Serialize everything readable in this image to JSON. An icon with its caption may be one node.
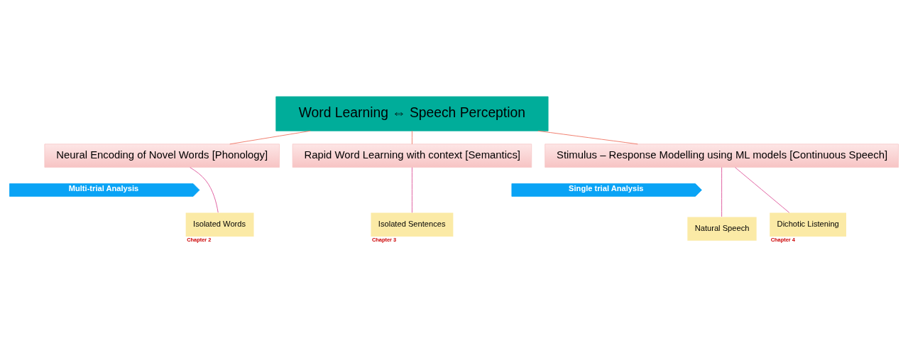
{
  "diagram": {
    "nodes": [
      {
        "text": [
          "Word Learning ⇔ Speech Perception"
        ]
      },
      {
        "text": [
          "Neural Encoding of Novel Words [Phonology]"
        ]
      },
      {
        "text": [
          "Rapid Word Learning with context [Semantics]"
        ]
      },
      {
        "text": [
          "Stimulus – Response Modelling using ML models [Continuous Speech]"
        ]
      },
      {
        "text": [
          "Multi-trial Analysis"
        ]
      },
      {
        "text": [
          "Single trial Analysis"
        ]
      },
      {
        "text": [
          "Isolated Words"
        ],
        "beside": [
          "Chapter 2"
        ]
      },
      {
        "text": [
          "Isolated Sentences"
        ],
        "beside": [
          "Chapter 3"
        ]
      },
      {
        "text": [
          "Natural Speech"
        ]
      },
      {
        "text": [
          "Dichotic Listening"
        ],
        "beside": [
          "Chapter 4"
        ]
      }
    ],
    "edges": [
      {
        "from": 0,
        "to": 1,
        "arrow": "none",
        "color": "#f07c6c"
      },
      {
        "from": 0,
        "to": 2,
        "arrow": "none",
        "color": "#f07c6c"
      },
      {
        "from": 0,
        "to": 3,
        "arrow": "none",
        "color": "#f07c6c"
      },
      {
        "from": 1,
        "to": 6,
        "arrow": "none"
      },
      {
        "from": 2,
        "to": 7,
        "arrow": "none"
      },
      {
        "from": 3,
        "to": 8,
        "arrow": "none"
      },
      {
        "from": 3,
        "to": 9,
        "arrow": "none"
      }
    ]
  }
}
